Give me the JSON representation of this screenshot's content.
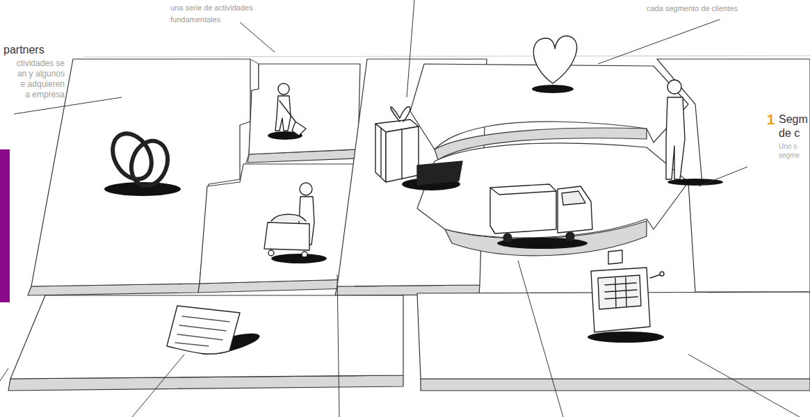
{
  "diagram": {
    "labels": [
      "una serie de actividades fundamentales",
      "cada segmento de clientes",
      "partners",
      "ctividades se an y algunos e adquieren a empresa",
      "1",
      "Segm de c",
      "Uno o segme"
    ]
  }
}
